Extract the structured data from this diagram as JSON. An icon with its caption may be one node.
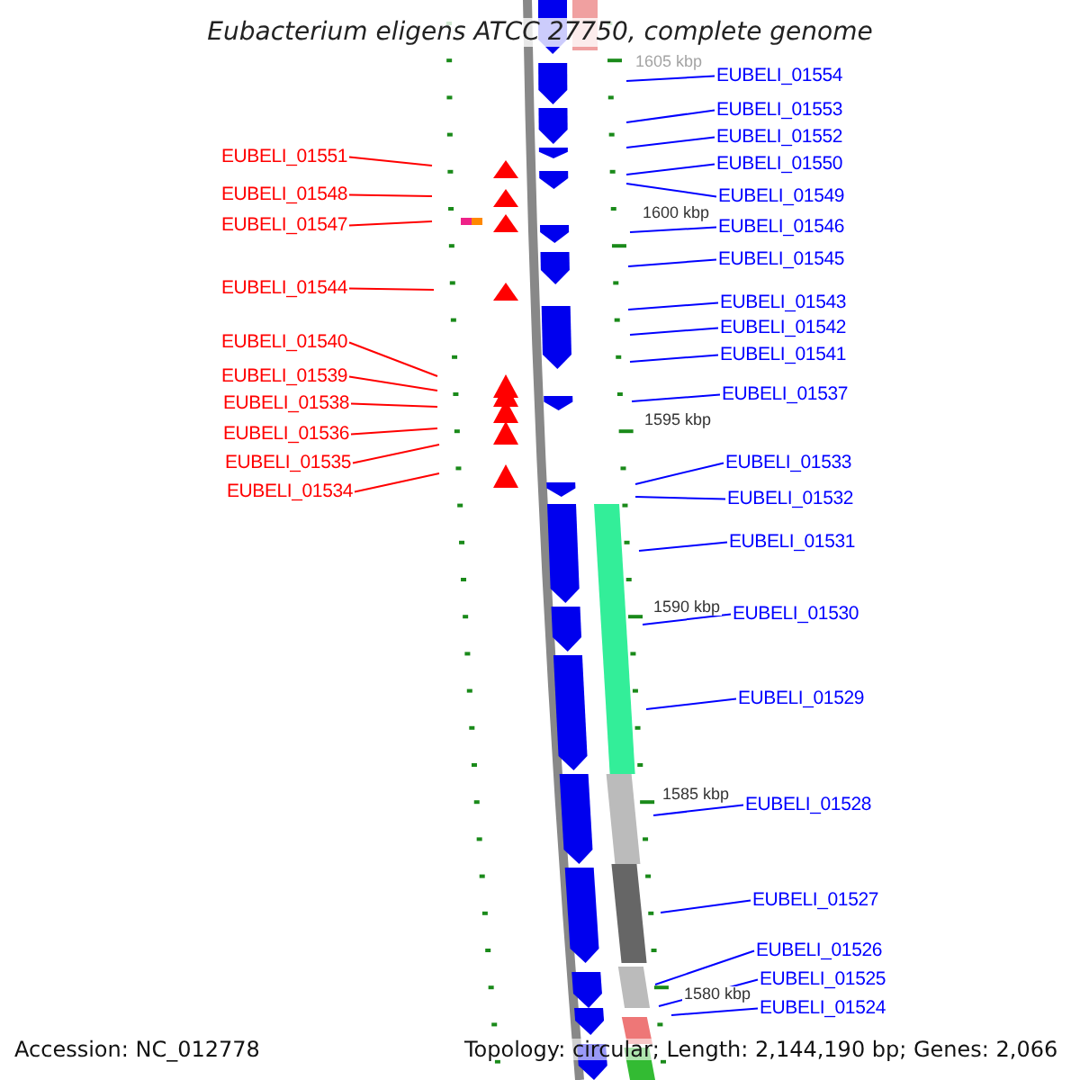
{
  "diagram": {
    "title": "Eubacterium eligens ATCC 27750, complete genome",
    "nodes": [
      {
        "text": [
          "EUBELI_01551"
        ]
      },
      {
        "text": [
          "EUBELI_01548"
        ]
      },
      {
        "text": [
          "EUBELI_01547"
        ]
      },
      {
        "text": [
          "EUBELI_01544"
        ]
      },
      {
        "text": [
          "EUBELI_01540"
        ]
      },
      {
        "text": [
          "EUBELI_01539"
        ]
      },
      {
        "text": [
          "EUBELI_01538"
        ]
      },
      {
        "text": [
          "EUBELI_01536"
        ]
      },
      {
        "text": [
          "EUBELI_01535"
        ]
      },
      {
        "text": [
          "EUBELI_01534"
        ]
      },
      {
        "text": [
          "EUBELI_01554"
        ]
      },
      {
        "text": [
          "EUBELI_01553"
        ]
      },
      {
        "text": [
          "EUBELI_01552"
        ]
      },
      {
        "text": [
          "EUBELI_01550"
        ]
      },
      {
        "text": [
          "EUBELI_01549"
        ]
      },
      {
        "text": [
          "EUBELI_01546"
        ]
      },
      {
        "text": [
          "EUBELI_01545"
        ]
      },
      {
        "text": [
          "EUBELI_01543"
        ]
      },
      {
        "text": [
          "EUBELI_01542"
        ]
      },
      {
        "text": [
          "EUBELI_01541"
        ]
      },
      {
        "text": [
          "EUBELI_01537"
        ]
      },
      {
        "text": [
          "EUBELI_01533"
        ]
      },
      {
        "text": [
          "EUBELI_01532"
        ]
      },
      {
        "text": [
          "EUBELI_01531"
        ]
      },
      {
        "text": [
          "EUBELI_01530"
        ]
      },
      {
        "text": [
          "EUBELI_01529"
        ]
      },
      {
        "text": [
          "EUBELI_01528"
        ]
      },
      {
        "text": [
          "EUBELI_01527"
        ]
      },
      {
        "text": [
          "EUBELI_01526"
        ]
      },
      {
        "text": [
          "EUBELI_01525"
        ]
      },
      {
        "text": [
          "EUBELI_01524"
        ]
      }
    ],
    "edges": [
      {
        "from": 0,
        "to": null,
        "arrow": "none",
        "color": "#ff0000"
      },
      {
        "from": 1,
        "to": null,
        "arrow": "none",
        "color": "#ff0000"
      },
      {
        "from": 2,
        "to": null,
        "arrow": "none",
        "color": "#ff0000"
      },
      {
        "from": 3,
        "to": null,
        "arrow": "none",
        "color": "#ff0000"
      },
      {
        "from": 4,
        "to": null,
        "arrow": "none",
        "color": "#ff0000"
      },
      {
        "from": 5,
        "to": null,
        "arrow": "none",
        "color": "#ff0000"
      },
      {
        "from": 6,
        "to": null,
        "arrow": "none",
        "color": "#ff0000"
      },
      {
        "from": 7,
        "to": null,
        "arrow": "none",
        "color": "#ff0000"
      },
      {
        "from": 8,
        "to": null,
        "arrow": "none",
        "color": "#ff0000"
      },
      {
        "from": 9,
        "to": null,
        "arrow": "none",
        "color": "#ff0000"
      },
      {
        "from": 10,
        "to": null,
        "arrow": "none"
      },
      {
        "from": 11,
        "to": null,
        "arrow": "none"
      },
      {
        "from": 12,
        "to": null,
        "arrow": "none"
      },
      {
        "from": 13,
        "to": null,
        "arrow": "none"
      },
      {
        "from": 14,
        "to": null,
        "arrow": "none"
      },
      {
        "from": 15,
        "to": null,
        "arrow": "none"
      },
      {
        "from": 16,
        "to": null,
        "arrow": "none"
      },
      {
        "from": 17,
        "to": null,
        "arrow": "none"
      },
      {
        "from": 18,
        "to": null,
        "arrow": "none"
      },
      {
        "from": 19,
        "to": null,
        "arrow": "none"
      },
      {
        "from": 20,
        "to": null,
        "arrow": "none"
      },
      {
        "from": 21,
        "to": null,
        "arrow": "none"
      },
      {
        "from": 22,
        "to": null,
        "arrow": "none"
      },
      {
        "from": 23,
        "to": null,
        "arrow": "none"
      },
      {
        "from": 24,
        "to": null,
        "arrow": "none"
      },
      {
        "from": 25,
        "to": null,
        "arrow": "none"
      },
      {
        "from": 26,
        "to": null,
        "arrow": "none"
      },
      {
        "from": 27,
        "to": null,
        "arrow": "none"
      },
      {
        "from": 28,
        "to": null,
        "arrow": "none"
      },
      {
        "from": 29,
        "to": null,
        "arrow": "none"
      },
      {
        "from": 30,
        "to": null,
        "arrow": "none"
      }
    ],
    "labels": [
      "1605 kbp",
      "1600 kbp",
      "1595 kbp",
      "1590 kbp",
      "1585 kbp",
      "1580 kbp",
      "Accession: NC_012778",
      "Topology: circular; Length: 2,144,190 bp; Genes: 2,066"
    ]
  }
}
